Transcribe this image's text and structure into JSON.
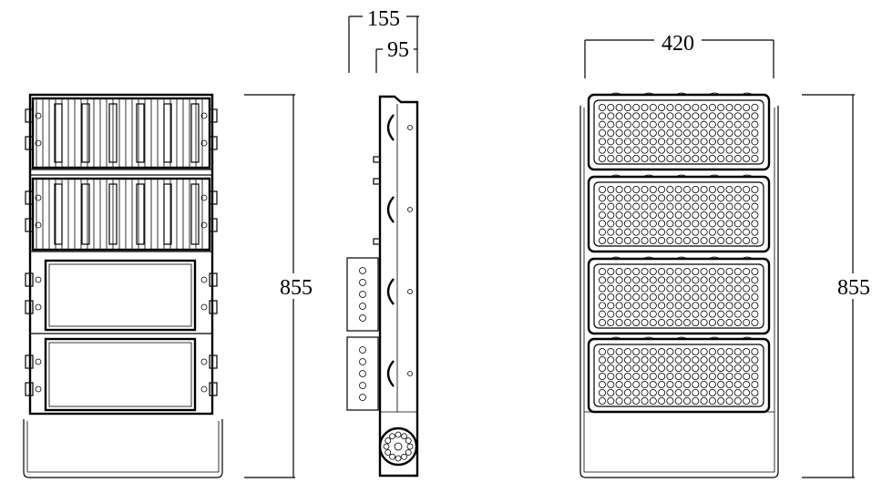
{
  "dimensions": {
    "front_height": "855",
    "side_depth_total": "155",
    "side_depth_body": "95",
    "back_width": "420",
    "back_height": "855"
  }
}
